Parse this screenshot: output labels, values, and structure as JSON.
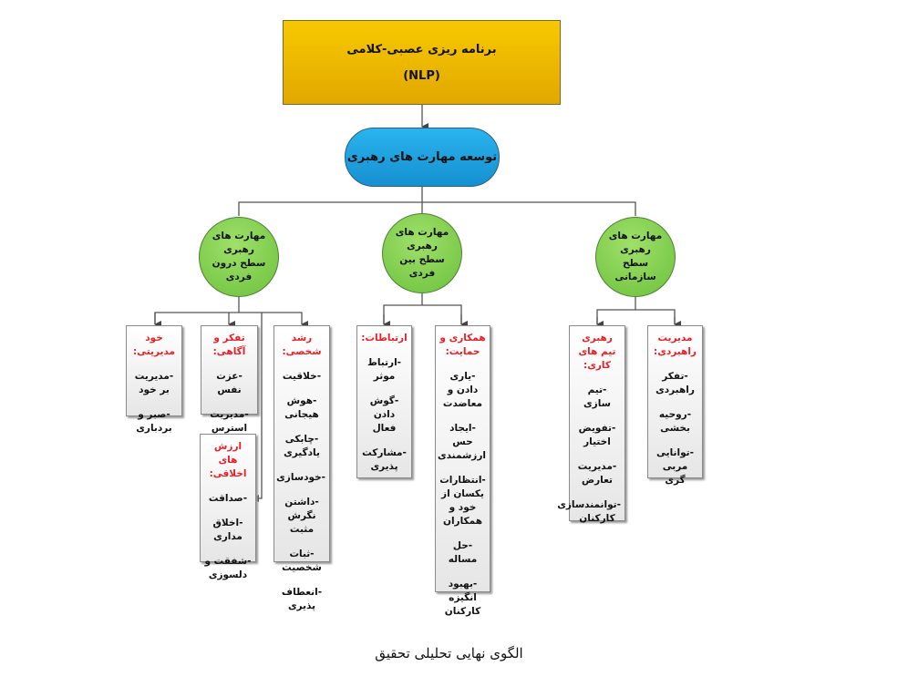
{
  "top_box": {
    "title": "برنامه ریزی عصبی-کلامی",
    "subtitle": "(NLP)"
  },
  "main_node": "توسعه مهارت های رهبری",
  "levels": [
    {
      "label": "مهارت های رهبری سطح درون فردی"
    },
    {
      "label": "مهارت های رهبری سطح بین فردی"
    },
    {
      "label": "مهارت های رهبری سطح سازمانی"
    }
  ],
  "boxes": [
    {
      "title": "خود مدیریتی:",
      "items": [
        "-مدیریت بر خود",
        "-صبر و بردباری"
      ]
    },
    {
      "title": "تفکر و آگاهی:",
      "items": [
        "-عزت نفس",
        "-مدیریت استرس"
      ]
    },
    {
      "title": "رشد شخصی:",
      "items": [
        "-خلاقیت",
        "-هوش هیجانی",
        "-چابکی یادگیری",
        "-خودسازی",
        "-داشتن نگرش مثبت",
        "-ثبات شخصیت",
        "-انعطاف پذیری"
      ]
    },
    {
      "title": "ارزش های اخلاقی:",
      "items": [
        "-صداقت",
        "-اخلاق مداری",
        "-شفقت و دلسوزی"
      ]
    },
    {
      "title": "ارتباطات:",
      "items": [
        "-ارتباط موثر",
        "-گوش دادن فعال",
        "-مشارکت پذیری"
      ]
    },
    {
      "title": "همکاری و حمایت:",
      "items": [
        "-یاری دادن و معاضدت",
        "-ایجاد حس ارزشمندی",
        "-انتظارات یکسان از خود و همکاران",
        "-حل مساله",
        "-بهبود انگیزه کارکنان"
      ]
    },
    {
      "title": "رهبری تیم های کاری:",
      "items": [
        "-تیم سازی",
        "-تفویض اختیار",
        "-مدیریت تعارض",
        "-توانمندسازی کارکنان"
      ]
    },
    {
      "title": "مدیریت راهبردی:",
      "items": [
        "-تفکر راهبردی",
        "-روحیه بخشی",
        "-توانایی مربی گری"
      ]
    }
  ],
  "caption": "الگوی نهایی تحلیلی تحقیق"
}
